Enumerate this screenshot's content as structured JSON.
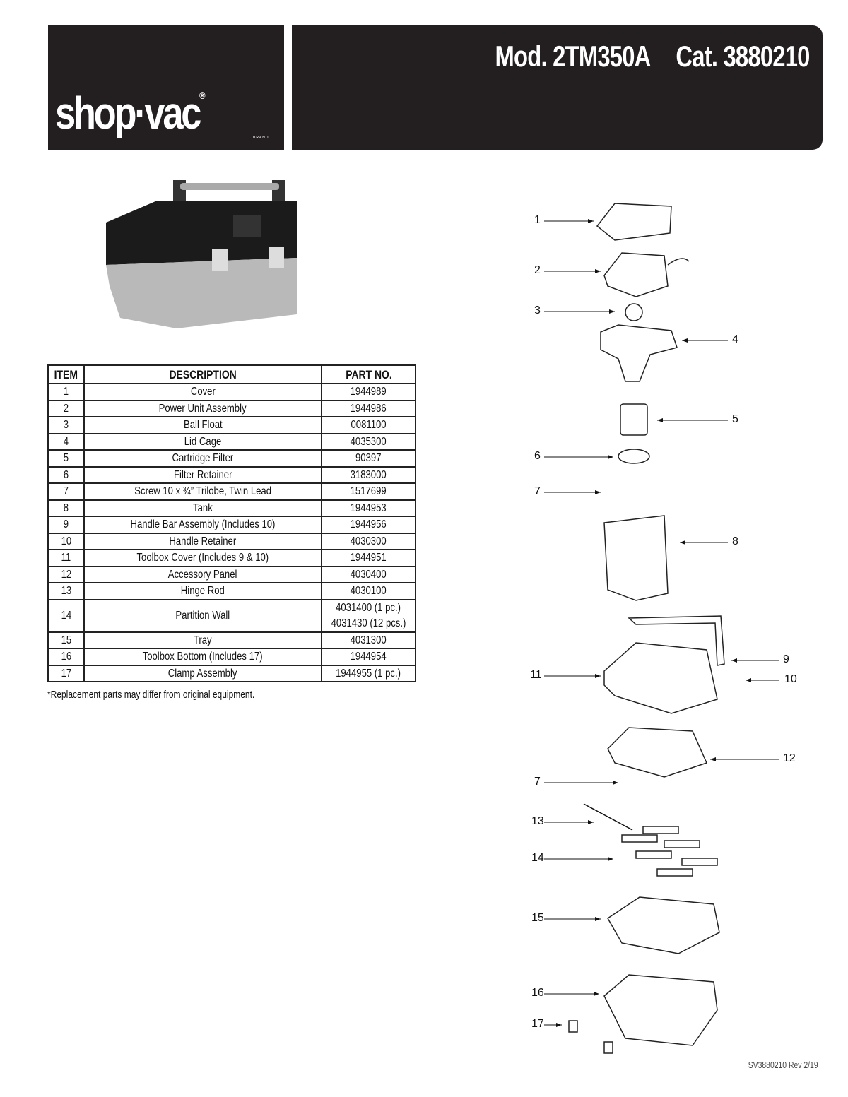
{
  "header": {
    "brand": "shop·vac",
    "brand_mark": "®",
    "brand_tag": "BRAND",
    "model": "Mod. 2TM350A",
    "catalog": "Cat. 3880210"
  },
  "table": {
    "headers": [
      "ITEM",
      "DESCRIPTION",
      "PART NO."
    ],
    "rows": [
      {
        "item": "1",
        "description": "Cover",
        "part": "1944989"
      },
      {
        "item": "2",
        "description": "Power Unit Assembly",
        "part": "1944986"
      },
      {
        "item": "3",
        "description": "Ball Float",
        "part": "0081100"
      },
      {
        "item": "4",
        "description": "Lid Cage",
        "part": "4035300"
      },
      {
        "item": "5",
        "description": "Cartridge Filter",
        "part": "90397"
      },
      {
        "item": "6",
        "description": "Filter Retainer",
        "part": "3183000"
      },
      {
        "item": "7",
        "description": "Screw 10 x ¾” Trilobe, Twin Lead",
        "part": "1517699"
      },
      {
        "item": "8",
        "description": "Tank",
        "part": "1944953"
      },
      {
        "item": "9",
        "description": "Handle Bar Assembly (Includes 10)",
        "part": "1944956"
      },
      {
        "item": "10",
        "description": "Handle Retainer",
        "part": "4030300"
      },
      {
        "item": "11",
        "description": "Toolbox Cover (Includes 9 & 10)",
        "part": "1944951"
      },
      {
        "item": "12",
        "description": "Accessory Panel",
        "part": "4030400"
      },
      {
        "item": "13",
        "description": "Hinge Rod",
        "part": "4030100"
      },
      {
        "item": "14",
        "description": "Partition Wall",
        "part": "4031400 (1 pc.)",
        "part2": "4031430 (12 pcs.)"
      },
      {
        "item": "15",
        "description": "Tray",
        "part": "4031300"
      },
      {
        "item": "16",
        "description": "Toolbox Bottom (Includes 17)",
        "part": "1944954"
      },
      {
        "item": "17",
        "description": "Clamp Assembly",
        "part": "1944955 (1 pc.)"
      }
    ],
    "note": "*Replacement parts may differ from original equipment."
  },
  "diagram": {
    "labels": [
      "1",
      "2",
      "3",
      "4",
      "5",
      "6",
      "7",
      "8",
      "9",
      "10",
      "11",
      "12",
      "7",
      "13",
      "14",
      "15",
      "16",
      "17"
    ]
  },
  "footer": "SV3880210 Rev 2/19"
}
